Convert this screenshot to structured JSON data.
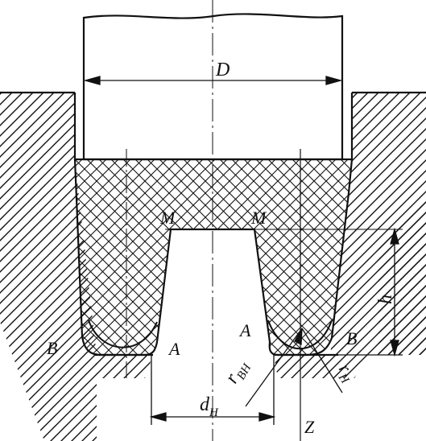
{
  "figure": {
    "labels": {
      "D": "D",
      "M_left": "M",
      "M_right": "M",
      "h": "h",
      "A_left": "A",
      "A_right": "A",
      "B_left": "B",
      "B_right": "B",
      "dH_main": "d",
      "dH_sub": "H",
      "rBH_main": "r",
      "rBH_sub": "BH",
      "rH_main": "r",
      "rH_sub": "H",
      "Z": "Z"
    },
    "colors": {
      "ink": "#111111",
      "paper": "#ffffff"
    }
  }
}
